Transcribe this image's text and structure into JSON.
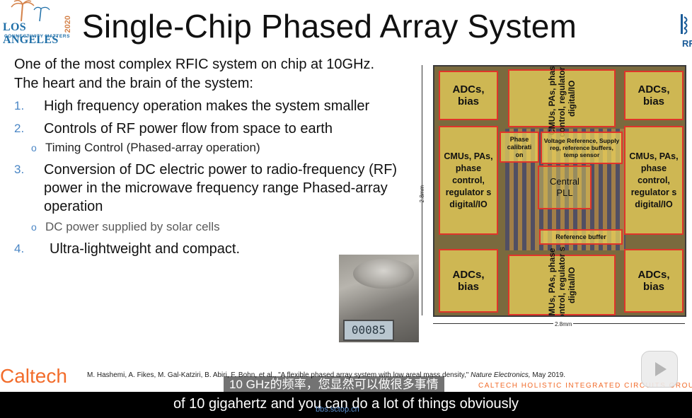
{
  "slide": {
    "title": "Single-Chip Phased Array System",
    "logo_left": {
      "main": "LOS ANGELES",
      "sub": "CONNECTIVITY MATTERS",
      "year": "2020"
    },
    "logo_right": {
      "text": "RF"
    },
    "intro": [
      "One of the most complex RFIC system on chip at 10GHz.",
      "The heart and the brain of the system:"
    ],
    "items": [
      {
        "num": "1.",
        "text": "High frequency operation makes the system smaller"
      },
      {
        "num": "2.",
        "text": "Controls of RF power flow from space to earth",
        "sub": {
          "bullet": "o",
          "text": "Timing Control (Phased-array operation)"
        }
      },
      {
        "num": "3.",
        "text": "Conversion of DC electric power to radio-frequency (RF)  power in the microwave frequency range Phased-array operation",
        "sub": {
          "bullet": "o",
          "text": "DC power supplied by solar cells"
        }
      },
      {
        "num": "4.",
        "text": "Ultra-lightweight and compact."
      }
    ],
    "scale_display": "00085",
    "chip": {
      "blocks": {
        "adc_tl": "ADCs, bias",
        "adc_tr": "ADCs, bias",
        "adc_bl": "ADCs, bias",
        "adc_br": "ADCs, bias",
        "cmu_top": "CMUs, PAs, phase control, regulator s digital/IO",
        "cmu_bottom": "CMUs, PAs, phase control, regulator s digital/IO",
        "cmu_left": "CMUs, PAs, phase control, regulator s digital/IO",
        "cmu_right": "CMUs, PAs, phase control, regulator s digital/IO",
        "phase_cal": "Phase calibrati on",
        "vref": "Voltage Reference, Supply reg, reference buffers, temp sensor",
        "pll": "Central PLL",
        "ref_buffer": "Reference buffer"
      },
      "dim_vertical": "2.8mm",
      "dim_horizontal": "2.8mm"
    },
    "footer_logo": "Caltech",
    "reference": "M. Hashemi, A. Fikes, M. Gal-Katziri, B. Abiri, F. Bohn, et al., \"A flexible phased array system with low areal mass density,\"",
    "reference_journal": "Nature Electronics,",
    "reference_date": "May 2019.",
    "group_name": "CALTECH HOLISTIC INTEGRATED CIRCUITS GROU"
  },
  "video": {
    "subtitle_cn": "10 GHz的频率，您显然可以做很多事情",
    "caption_en": "of 10 gigahertz and you can do a lot of things obviously",
    "watermark": "bbs.sctop.cn"
  },
  "colors": {
    "accent_blue": "#4a86c5",
    "caltech_orange": "#f26c2b",
    "block_border": "#e0342a"
  }
}
